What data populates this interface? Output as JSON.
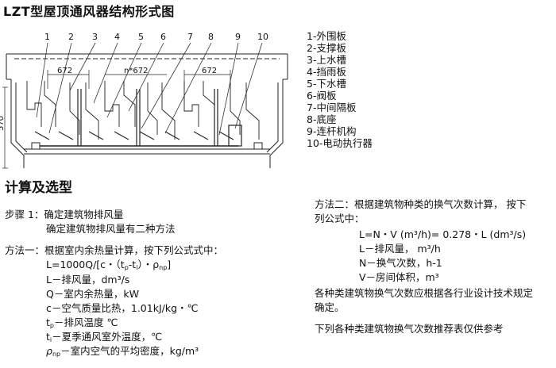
{
  "title": "LZT型屋顶通风器结构形式图",
  "drawing": {
    "part_numbers": [
      "1",
      "2",
      "3",
      "4",
      "5",
      "6",
      "7",
      "8",
      "9",
      "10"
    ],
    "dimensions": {
      "left": "672",
      "middle": "n*672",
      "right": "672",
      "height": "570"
    }
  },
  "legend": [
    "1-外围板",
    "2-支撑板",
    "3-上水槽",
    "4-挡雨板",
    "5-下水槽",
    "6-阀板",
    "7-中间隔板",
    "8-底座",
    "9-连杆机构",
    "10-电动执行器"
  ],
  "section_title": "计算及选型",
  "step1": {
    "label": "步骤 1：确定建筑物排风量",
    "line2": "确定建筑物排风量有二种方法"
  },
  "method1": {
    "intro": "方法一：根据室内余热量计算，按下列公式式中：",
    "formula": {
      "a": "L=1000Q/[c・（t",
      "p": "p",
      "b": "-t",
      "i": "i",
      "c": "）・ρ",
      "np": "np",
      "d": "]"
    },
    "defs": [
      "L－排风量，dm³/s",
      "Q－室内余热量，kW",
      "c－空气质量比热，1.01kJ/kg・℃"
    ],
    "tp": {
      "sym": "t",
      "sub": "p",
      "text": "－排风温度 ℃"
    },
    "ti": {
      "sym": "t",
      "sub": "i",
      "text": "－夏季通风室外温度，℃"
    },
    "rho": {
      "sym": "ρ",
      "sub": "np",
      "text": "－室内空气的平均密度，kg/m³"
    }
  },
  "method2": {
    "intro1": "方法二：根据建筑物种类的换气次数计算，  按下",
    "intro2": "列公式中：",
    "formula": "L=N・V  (m³/h)= 0.278・L  (dm³/s)",
    "defs": [
      "L－排风量，  m³/h",
      "N－换气次数，h-1",
      "V－房间体积，m³"
    ],
    "note1": "各种类建筑物换气次数应根据各行业设计技术规定",
    "note2": "确定。",
    "note3": "下列各种类建筑物换气次数推荐表仅供参考"
  }
}
